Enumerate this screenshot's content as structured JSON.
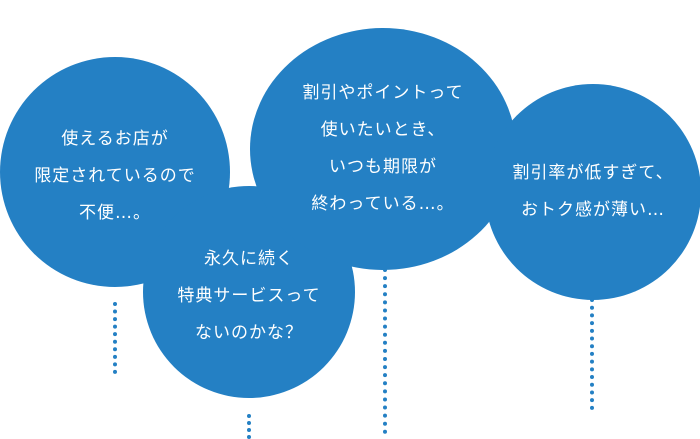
{
  "accent_color": "#2480c4",
  "bubbles": [
    {
      "lines": [
        "使えるお店が",
        "限定されているので",
        "不便…。"
      ]
    },
    {
      "lines": [
        "永久に続く",
        "特典サービスって",
        "ないのかな？"
      ]
    },
    {
      "lines": [
        "割引やポイントって",
        "使いたいとき、",
        "いつも期限が",
        "終わっている…。"
      ]
    },
    {
      "lines": [
        "割引率が低すぎて、",
        "おトク感が薄い…"
      ]
    }
  ]
}
